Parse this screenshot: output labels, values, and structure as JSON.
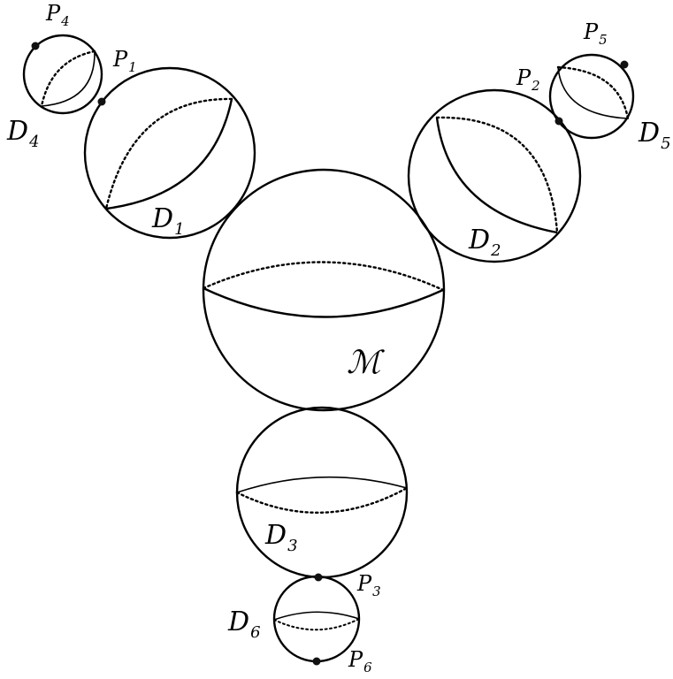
{
  "spheres": [
    {
      "id": "M",
      "label": "ℳ",
      "sub": ""
    },
    {
      "id": "D1",
      "label": "D",
      "sub": "1"
    },
    {
      "id": "D2",
      "label": "D",
      "sub": "2"
    },
    {
      "id": "D3",
      "label": "D",
      "sub": "3"
    },
    {
      "id": "D4",
      "label": "D",
      "sub": "4"
    },
    {
      "id": "D5",
      "label": "D",
      "sub": "5"
    },
    {
      "id": "D6",
      "label": "D",
      "sub": "6"
    }
  ],
  "points": [
    {
      "id": "P1",
      "label": "P",
      "sub": "1"
    },
    {
      "id": "P2",
      "label": "P",
      "sub": "2"
    },
    {
      "id": "P3",
      "label": "P",
      "sub": "3"
    },
    {
      "id": "P4",
      "label": "P",
      "sub": "4"
    },
    {
      "id": "P5",
      "label": "P",
      "sub": "5"
    },
    {
      "id": "P6",
      "label": "P",
      "sub": "6"
    }
  ]
}
